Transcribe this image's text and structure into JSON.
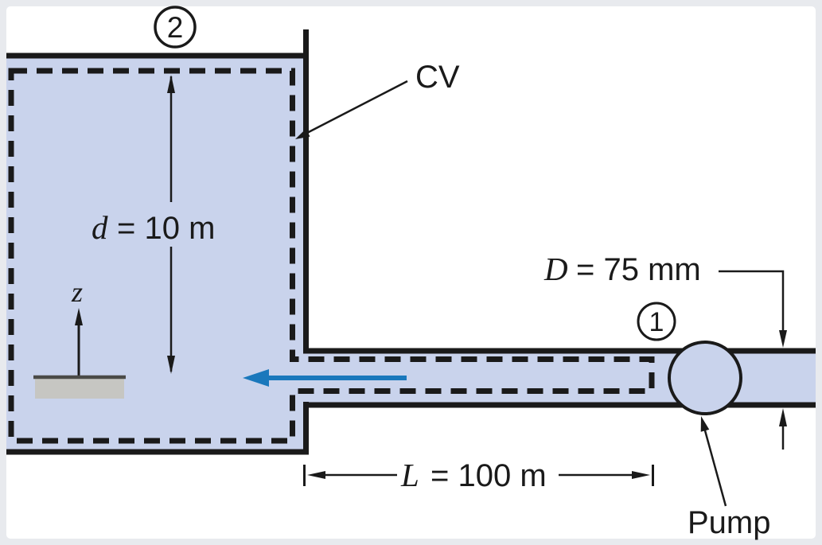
{
  "labels": {
    "station_top": "2",
    "station_pipe": "1",
    "control_volume": "CV",
    "depth_symbol": "d",
    "depth_value": "= 10 m",
    "diameter_symbol": "D",
    "diameter_value": "= 75 mm",
    "length_symbol": "L",
    "length_value": "= 100 m",
    "elevation_axis": "z",
    "pump": "Pump"
  },
  "colors": {
    "fluid": "#c9d3ec",
    "outline": "#1a1a1a",
    "flow_arrow": "#1a78bc",
    "datum_fill": "#c6c6c2",
    "datum_edge": "#4a4a47",
    "frame": "#e8eaee",
    "canvas": "#ffffff"
  }
}
